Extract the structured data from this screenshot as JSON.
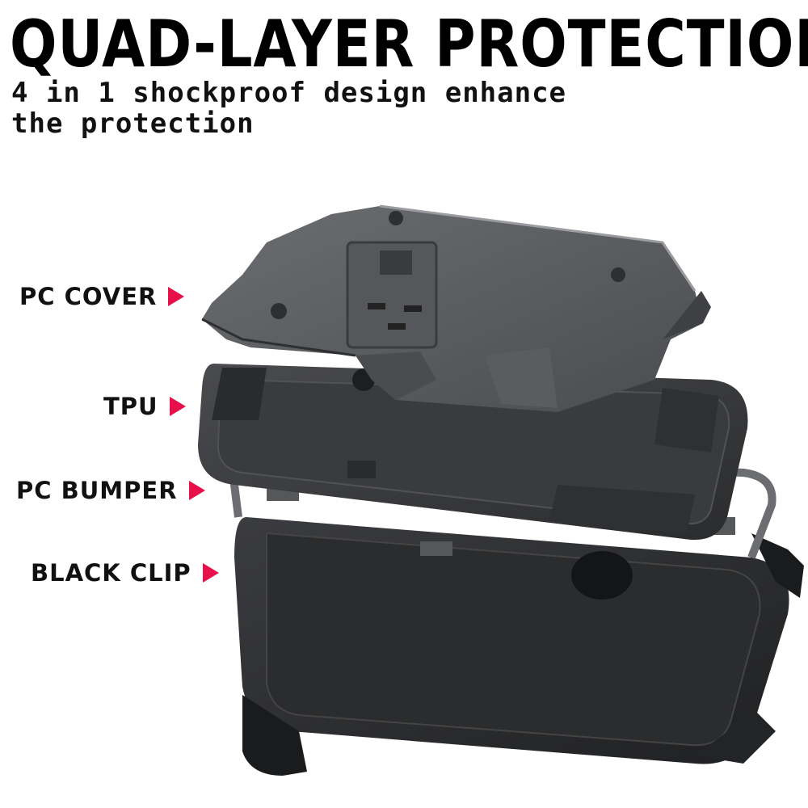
{
  "title": "QUAD-LAYER PROTECTION",
  "subtitle": "4 in 1 shockproof design enhance the protection",
  "layers": [
    {
      "label": "PC COVER"
    },
    {
      "label": "TPU"
    },
    {
      "label": "PC BUMPER"
    },
    {
      "label": "BLACK CLIP"
    }
  ],
  "colors": {
    "arrow": "#e8104a",
    "case_dark": "#2e2f31",
    "case_mid": "#55575a",
    "case_light": "#8a8c8f"
  }
}
